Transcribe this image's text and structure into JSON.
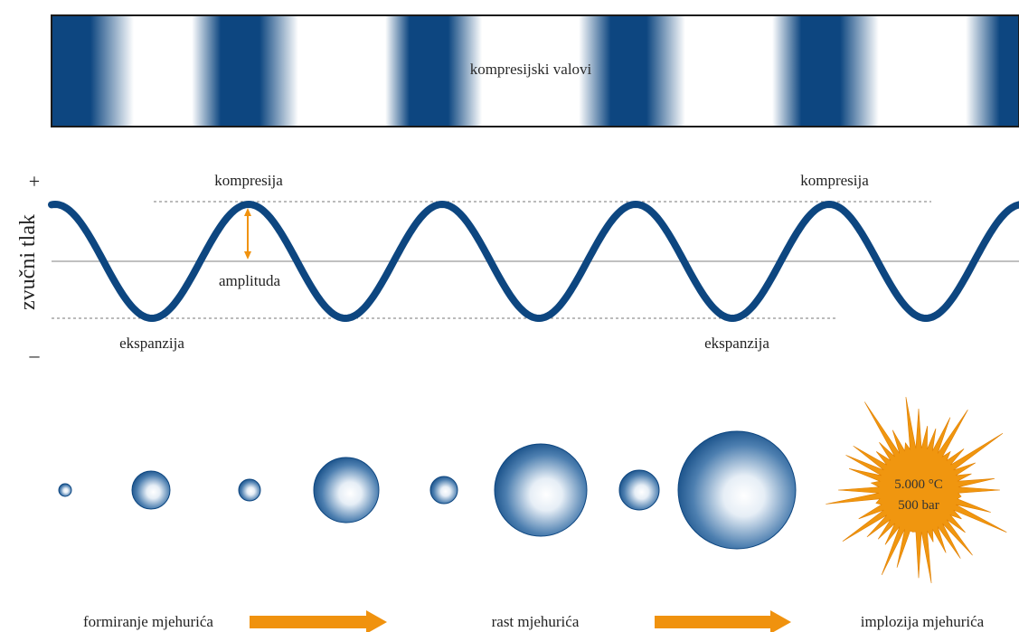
{
  "band": {
    "label": "kompresijski valovi"
  },
  "wave": {
    "axis_label": "zvučni tlak",
    "plus_sign": "+",
    "minus_sign": "–",
    "labels": {
      "compression_left": "kompresija",
      "compression_right": "kompresija",
      "amplitude": "amplituda",
      "expansion_left": "ekspanzija",
      "expansion_right": "ekspanzija"
    }
  },
  "implosion": {
    "temperature": "5.000 °C",
    "pressure": "500 bar"
  },
  "stages": {
    "formation": "formiranje mjehurića",
    "growth": "rast mjehurića",
    "implosion": "implozija mjehurića"
  },
  "colors": {
    "wave": "#0d4680",
    "bubble": "#1a5590",
    "arrow": "#f0920e",
    "star": "#f0960f"
  }
}
